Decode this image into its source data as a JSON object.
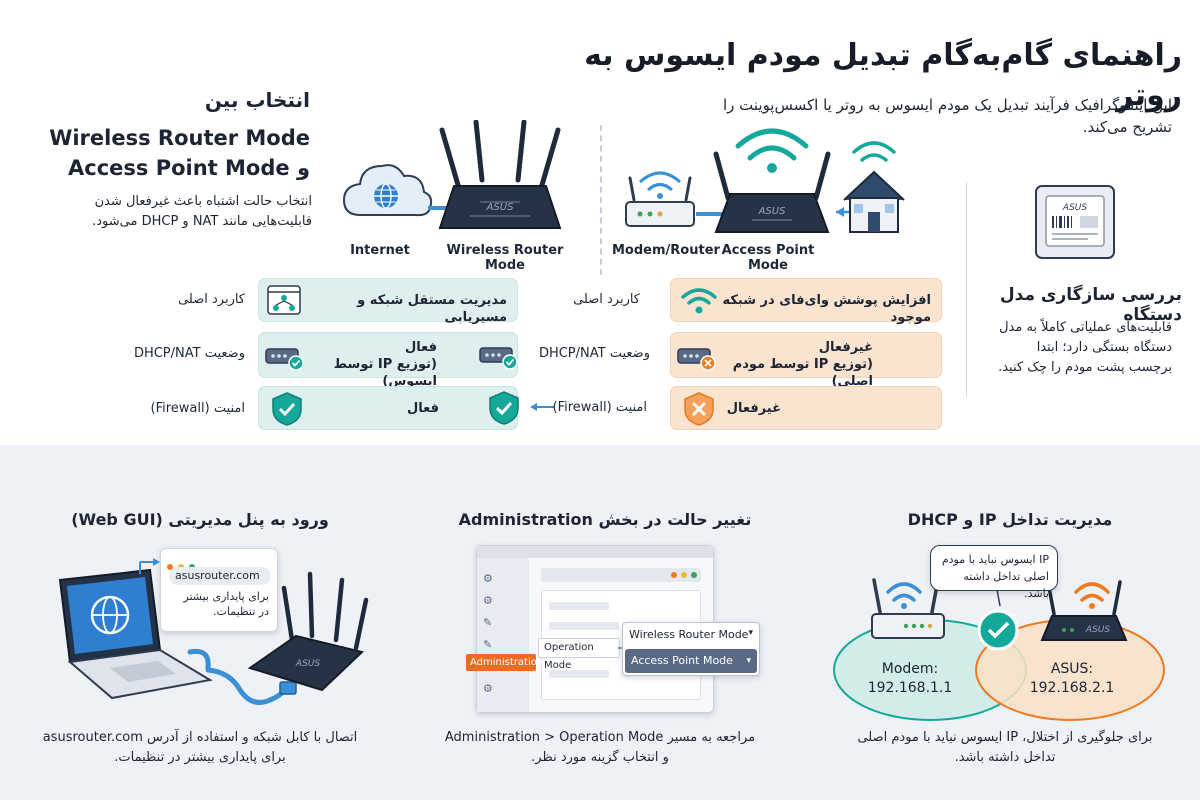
{
  "header": {
    "title": "راهنمای گام‌به‌گام تبدیل مودم ایسوس به روتر",
    "intro_line1": "این اینفوگرافیک فرآیند تبدیل یک مودم ایسوس به روتر یا اکسس‌پوینت را",
    "intro_line2": "تشریح می‌کند."
  },
  "mode_choice": {
    "heading": "انتخاب بین",
    "mode_a": "Wireless Router Mode",
    "mode_b": "Access Point Mode و",
    "desc_line1": "انتخاب حالت اشتباه باعث غیرفعال شدن",
    "desc_line2": "قابلیت‌هایی مانند NAT و DHCP می‌شود."
  },
  "diagram_captions": {
    "internet": "Internet",
    "wireless_router": "Wireless Router Mode",
    "modem_router": "Modem/Router",
    "access_point": "Access Point Mode"
  },
  "device_label": "ASUS",
  "router_mode_column": {
    "rows": [
      {
        "label": "کاربرد اصلی",
        "value": "مدیریت مستقل شبکه و مسیریابی"
      },
      {
        "label": "وضعیت DHCP/NAT",
        "value_line1": "فعال",
        "value_line2": "(توزیع IP توسط ایسوس)"
      },
      {
        "label": "امنیت (Firewall)",
        "value": "فعال"
      }
    ]
  },
  "ap_mode_column": {
    "rows": [
      {
        "label": "کاربرد اصلی",
        "value": "افزایش پوشش وای‌فای در شبکه موجود"
      },
      {
        "label": "وضعیت DHCP/NAT",
        "value_line1": "غیرفعال",
        "value_line2": "(توزیع IP توسط مودم اصلی)"
      },
      {
        "label": "امنیت (Firewall)",
        "value": "غیرفعال"
      }
    ]
  },
  "compatibility": {
    "title": "بررسی سازگاری مدل دستگاه",
    "desc_line1": "قابلیت‌های عملیاتی کاملاً به مدل",
    "desc_line2": "دستگاه بستگی دارد؛ ابتدا",
    "desc_line3": "برچسب پشت مودم را چک کنید.",
    "label_text": "ASUS"
  },
  "login_section": {
    "title": "ورود به پنل مدیریتی (Web GUI)",
    "url": "asusrouter.com",
    "note_line1": "برای پایداری بیشتر",
    "note_line2": "در تنظیمات.",
    "desc_line1": "اتصال با کابل شبکه و استفاده از آدرس asusrouter.com",
    "desc_line2": "برای پایداری بیشتر در تنظیمات."
  },
  "admin_section": {
    "title": "تغییر حالت در بخش Administration",
    "menu_active": "Administration",
    "field_label": "Operation Mode",
    "option_router": "Wireless Router Mode",
    "option_ap": "Access Point Mode",
    "desc_line1": "مراجعه به مسیر Administration > Operation Mode",
    "desc_line2": "و انتخاب گزینه مورد نظر."
  },
  "ip_section": {
    "title": "مدیریت تداخل IP و DHCP",
    "bubble_line1": "IP ایسوس نباید با مودم",
    "bubble_line2": "اصلی تداخل داشته باشد.",
    "modem_name": "Modem:",
    "modem_ip": "192.168.1.1",
    "asus_name": "ASUS:",
    "asus_ip": "192.168.2.1",
    "desc_line1": "برای جلوگیری از اختلال، IP ایسوس نباید با مودم اصلی",
    "desc_line2": "تداخل داشته باشد."
  },
  "colors": {
    "teal": "#14a89b",
    "teal_light": "#ddf0ef",
    "peach": "#fbe4cf",
    "orange": "#f07a22",
    "navy": "#1f2a3c",
    "wifi_blue": "#3b8fd6",
    "highlight": "#f06a1f"
  }
}
